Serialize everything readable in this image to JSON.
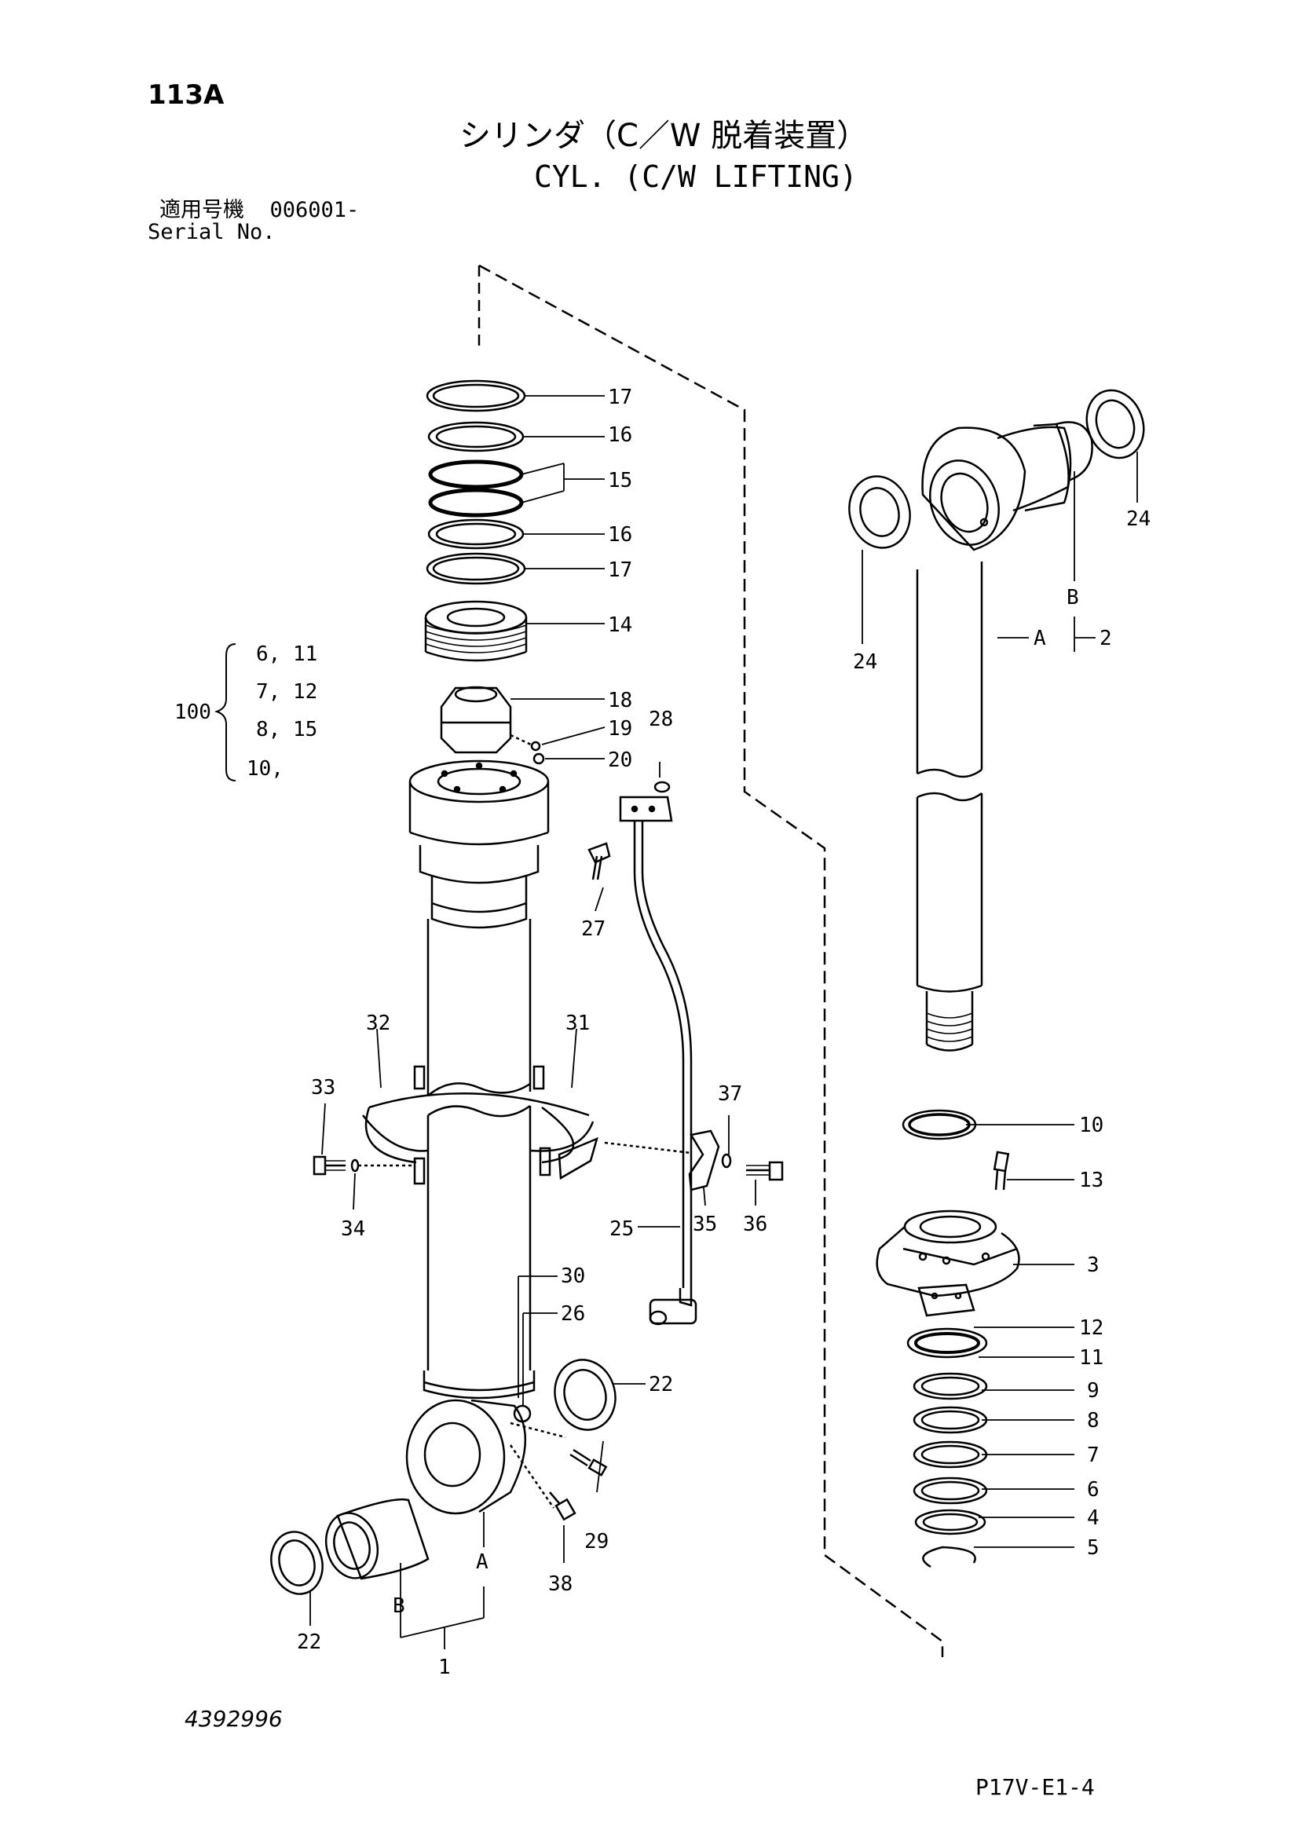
{
  "header": {
    "page_code": "113A",
    "title_jp": "シリンダ（C／W 脱着装置）",
    "title_en": "CYL. (C/W LIFTING)",
    "serial_jp": "適用号機  006001-",
    "serial_en": "Serial No."
  },
  "footer": {
    "document_number": "4392996",
    "page_id": "P17V-E1-4"
  },
  "kit": {
    "number": "100",
    "lines": [
      "6, 11",
      "7, 12",
      "8, 15",
      "10,"
    ]
  },
  "callouts": {
    "c1": "1",
    "c2": "2",
    "c3": "3",
    "c4": "4",
    "c5": "5",
    "c6": "6",
    "c7": "7",
    "c8": "8",
    "c9": "9",
    "c10": "10",
    "c11": "11",
    "c12": "12",
    "c13": "13",
    "c14": "14",
    "c15": "15",
    "c16a": "16",
    "c16b": "16",
    "c17a": "17",
    "c17b": "17",
    "c18": "18",
    "c19": "19",
    "c20": "20",
    "c22a": "22",
    "c22b": "22",
    "c24a": "24",
    "c24b": "24",
    "c25": "25",
    "c26": "26",
    "c27": "27",
    "c28": "28",
    "c29": "29",
    "c30": "30",
    "c31": "31",
    "c32": "32",
    "c33": "33",
    "c34": "34",
    "c35": "35",
    "c36": "36",
    "c37": "37",
    "c38": "38",
    "refA1": "A",
    "refA2": "A",
    "refB1": "B",
    "refB2": "B"
  }
}
